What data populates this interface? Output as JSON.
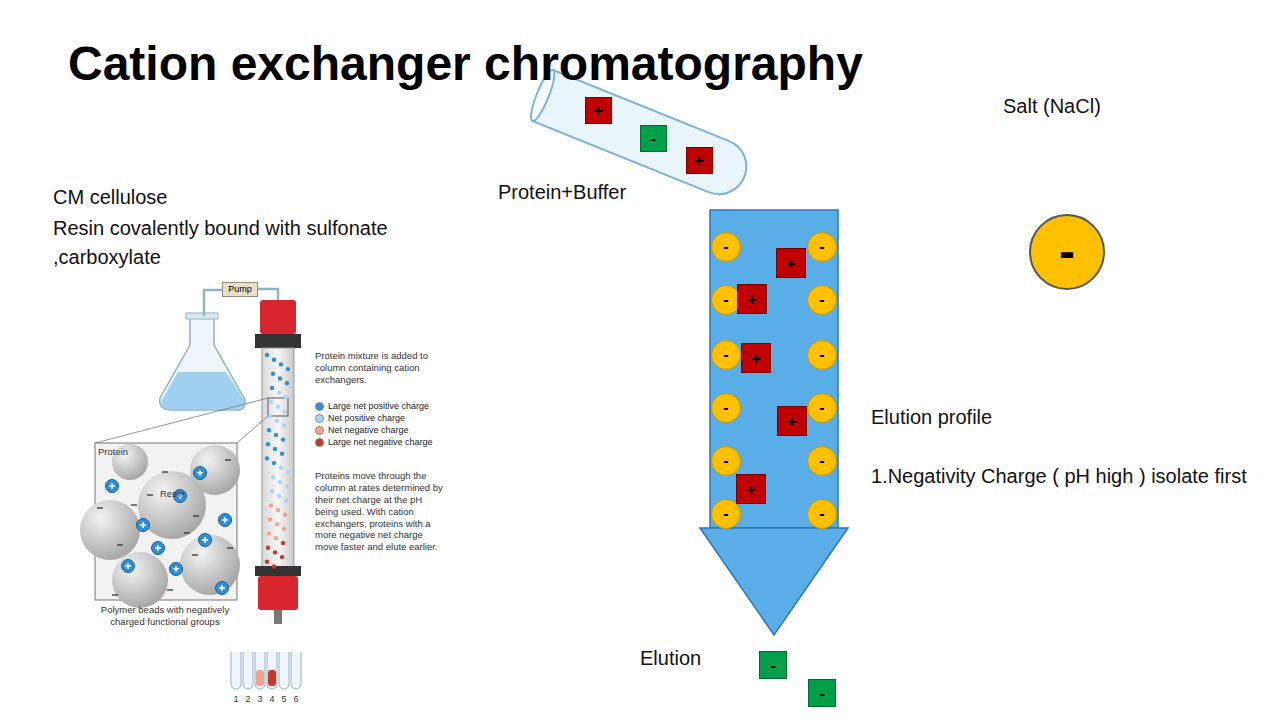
{
  "diagram": {
    "title": "Cation exchanger chromatography",
    "nodes": [
      {
        "text": [
          "+"
        ]
      },
      {
        "text": [
          "-"
        ]
      },
      {
        "text": [
          "+"
        ]
      },
      {
        "text": [
          "-"
        ]
      },
      {
        "text": [
          "-"
        ]
      },
      {
        "text": [
          "-"
        ]
      },
      {
        "text": [
          "-"
        ]
      },
      {
        "text": [
          "-"
        ]
      },
      {
        "text": [
          "-"
        ]
      },
      {
        "text": [
          "-"
        ]
      },
      {
        "text": [
          "-"
        ]
      },
      {
        "text": [
          "-"
        ]
      },
      {
        "text": [
          "-"
        ]
      },
      {
        "text": [
          "-"
        ]
      },
      {
        "text": [
          "-"
        ]
      },
      {
        "text": [
          "-"
        ]
      },
      {
        "text": [
          "+"
        ]
      },
      {
        "text": [
          "+"
        ]
      },
      {
        "text": [
          "+"
        ]
      },
      {
        "text": [
          "+"
        ]
      },
      {
        "text": [
          "+"
        ]
      },
      {
        "text": [
          "-"
        ]
      },
      {
        "text": [
          "-"
        ]
      },
      {
        "text": [
          "Pump"
        ]
      }
    ],
    "labels": [
      "CM cellulose",
      "Resin covalently bound with sulfonate ,carboxylate",
      "Protein+Buffer",
      "Salt (NaCl)",
      "Elution profile",
      "1.Negativity Charge ( pH high ) isolate first",
      "Elution",
      "Protein mixture is added to column containing cation exchangers.",
      "Proteins move through the column at rates determined by their net charge at the pH being used. With cation exchangers, proteins with a more negative net charge move faster and elute earlier.",
      "Protein",
      "Resin",
      "Polymer beads with negatively charged functional groups",
      "1",
      "2",
      "3",
      "4",
      "5",
      "6"
    ],
    "legend": [
      {
        "text": "Large net positive charge",
        "color": "#2f8fd8"
      },
      {
        "text": "Net positive charge",
        "color": "#a8d6f2"
      },
      {
        "text": "Net negative charge",
        "color": "#f2a48c"
      },
      {
        "text": "Large net negative charge",
        "color": "#c8382a"
      }
    ]
  }
}
